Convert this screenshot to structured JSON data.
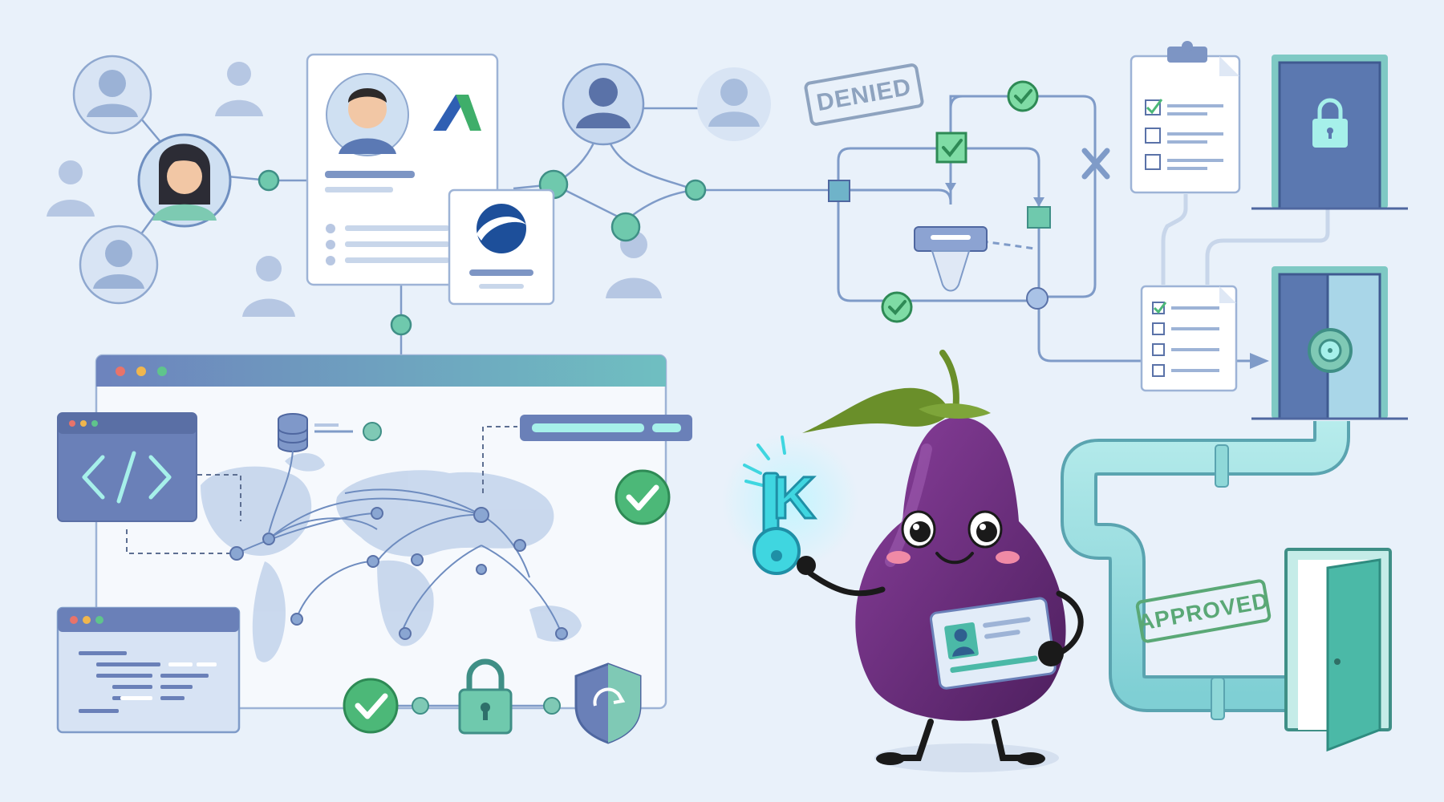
{
  "stamps": {
    "denied": "DENIED",
    "approved": "APPROVED"
  },
  "key_letter": "K",
  "icons": [
    "user-avatar-icon",
    "identity-card-icon",
    "logo-icon",
    "code-window-icon",
    "database-icon",
    "world-map-icon",
    "padlock-icon",
    "shield-icon",
    "checkmark-icon",
    "cross-icon",
    "clipboard-checklist-icon",
    "checklist-document-icon",
    "locked-door-icon",
    "vault-door-icon",
    "open-door-icon",
    "pipe-icon",
    "key-icon",
    "eggplant-mascot-icon"
  ],
  "colors": {
    "background": "#e9f1fa",
    "line": "#7f9bc8",
    "node_teal": "#5fc4a8",
    "check_green": "#4cb878",
    "denied_stamp": "#8ea3bf",
    "approved_stamp": "#5aa876",
    "eggplant": "#6b2f7e",
    "key_cyan": "#3fd6e0",
    "door_blue": "#5b78b0",
    "door_green": "#4bb9a7"
  }
}
